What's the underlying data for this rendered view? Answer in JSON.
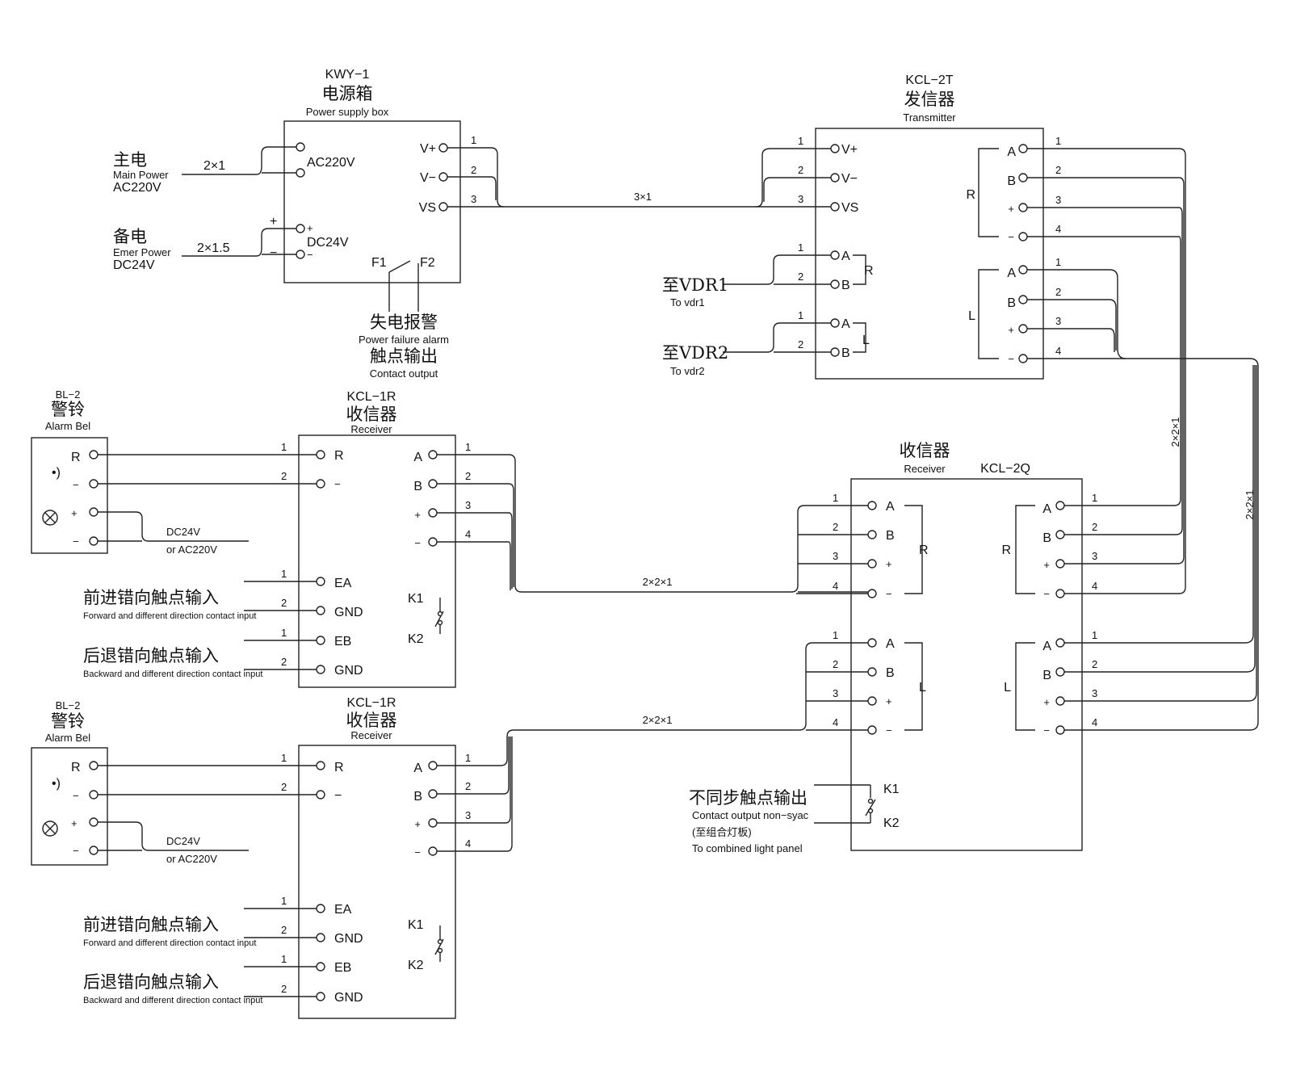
{
  "power_box": {
    "model": "KWY−1",
    "name_cn": "电源箱",
    "name_en": "Power supply box",
    "ac_label": "AC220V",
    "dc_label": "DC24V",
    "vplus": "V+",
    "vminus": "V−",
    "vs": "VS",
    "f1": "F1",
    "f2": "F2",
    "plus": "+",
    "minus": "−"
  },
  "main_power": {
    "cn": "主电",
    "en": "Main Power",
    "volt": "AC220V",
    "cable": "2×1"
  },
  "emer_power": {
    "cn": "备电",
    "en": "Emer Power",
    "volt": "DC24V",
    "cable": "2×1.5"
  },
  "failure_alarm": {
    "cn1": "失电报警",
    "en1": "Power failure alarm",
    "cn2": "触点输出",
    "en2": "Contact output"
  },
  "transmitter": {
    "model": "KCL−2T",
    "name_cn": "发信器",
    "name_en": "Transmitter",
    "vplus": "V+",
    "vminus": "V−",
    "vs": "VS",
    "a": "A",
    "b": "B",
    "plus": "+",
    "minus": "−",
    "r": "R",
    "l": "L"
  },
  "vdr1": {
    "cn": "至VDR1",
    "en": "To vdr1"
  },
  "vdr2": {
    "cn": "至VDR2",
    "en": "To vdr2"
  },
  "cables": {
    "power_tx": "3×1",
    "rx1_rx2q": "2×2×1",
    "rx2_rx2q": "2×2×1",
    "tx_r": "2×2×1",
    "tx_l": "2×2×1"
  },
  "pins": {
    "p1": "1",
    "p2": "2",
    "p3": "3",
    "p4": "4"
  },
  "bell": {
    "model": "BL−2",
    "name_cn": "警铃",
    "name_en": "Alarm Bel",
    "r": "R",
    "minus": "−",
    "plus": "+",
    "dc": "DC24V",
    "ac": "or  AC220V"
  },
  "receiver1r": {
    "model": "KCL−1R",
    "name_cn": "收信器",
    "name_en": "Receiver",
    "r": "R",
    "minus": "−",
    "a": "A",
    "b": "B",
    "plus": "+",
    "ea": "EA",
    "gnd": "GND",
    "eb": "EB",
    "k1": "K1",
    "k2": "K2"
  },
  "forward_input": {
    "cn": "前进错向触点输入",
    "en": "Forward and different direction contact input"
  },
  "backward_input": {
    "cn": "后退错向触点输入",
    "en": "Backward and different direction contact input"
  },
  "receiver2q": {
    "model": "KCL−2Q",
    "name_cn": "收信器",
    "name_en": "Receiver",
    "a": "A",
    "b": "B",
    "plus": "+",
    "minus": "−",
    "r": "R",
    "l": "L",
    "k1": "K1",
    "k2": "K2"
  },
  "nonsync": {
    "cn": "不同步触点输出",
    "en": "Contact output non−syac",
    "cn2": "(至组合灯板)",
    "en2": "To combined light panel"
  }
}
